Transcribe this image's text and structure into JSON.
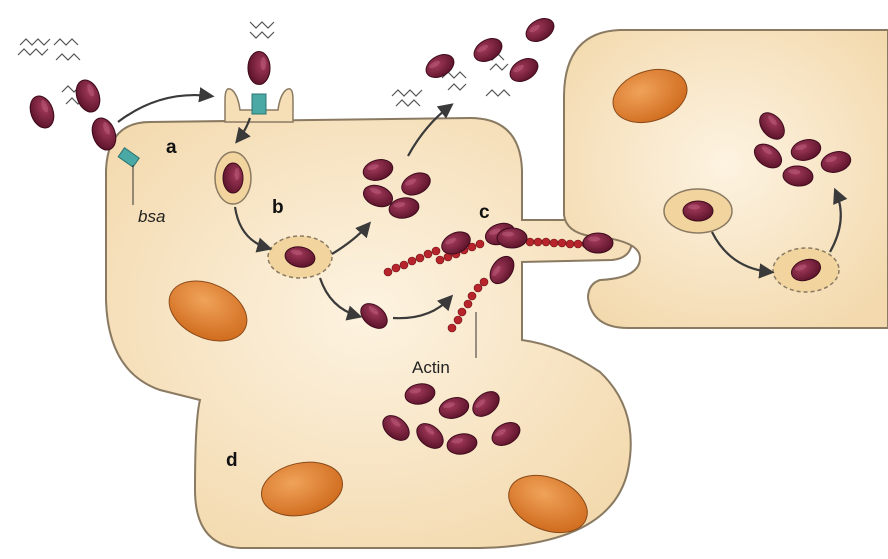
{
  "diagram": {
    "labels": {
      "a": "a",
      "b": "b",
      "c": "c",
      "d": "d",
      "bsa": "bsa",
      "actin": "Actin"
    },
    "colors": {
      "cell_fill": "#f6dfb6",
      "cell_stroke": "#8a7a62",
      "bacterium": "#7a1e3c",
      "bacterium_dark": "#4d0f25",
      "nucleus": "#e07f2e",
      "vacuole": "#f2d49e",
      "actin": "#b7242c",
      "secretion_apparatus": "#4aa9a4",
      "arrow": "#3a3a3a"
    }
  }
}
